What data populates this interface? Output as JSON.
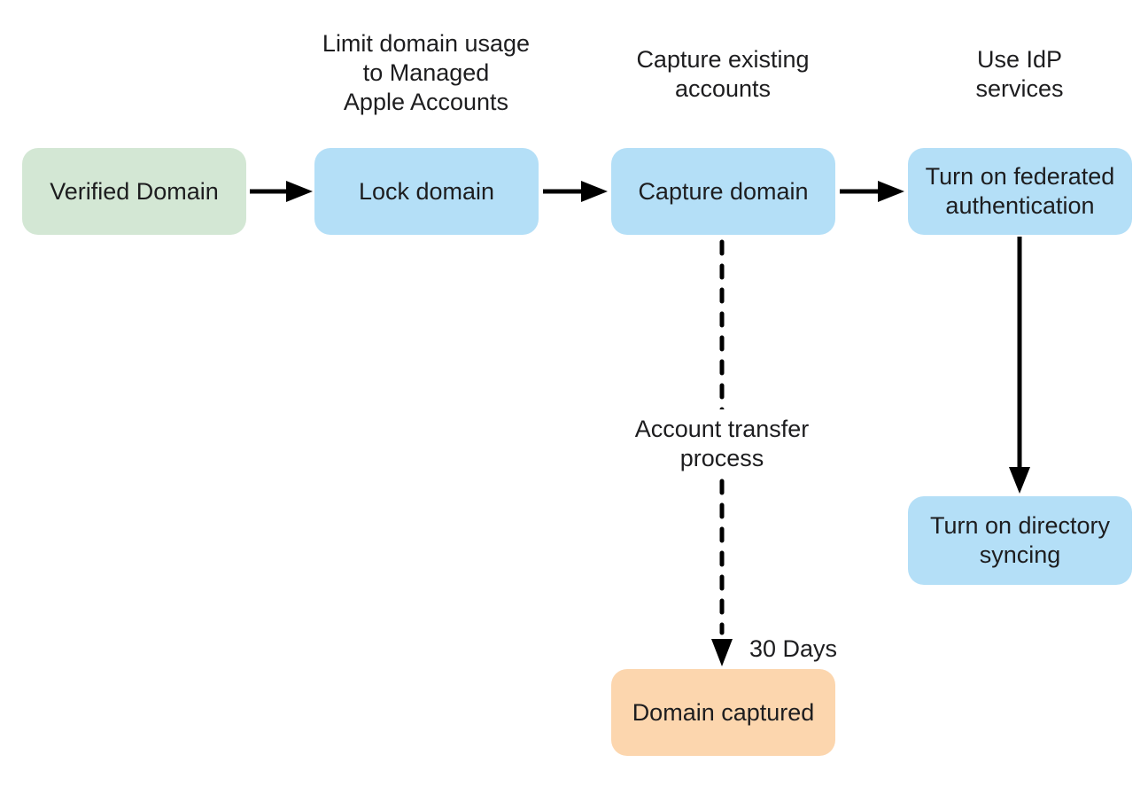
{
  "colors": {
    "green-node": "#d3e7d4",
    "blue-node": "#b4dff7",
    "orange-node": "#fcd6ae",
    "arrow": "#000000",
    "text": "#1d1d1f"
  },
  "flowchart": {
    "nodes": {
      "verified_domain": {
        "label": "Verified Domain"
      },
      "lock_domain": {
        "label": "Lock domain"
      },
      "capture_domain": {
        "label": "Capture domain"
      },
      "federated_auth": {
        "label": "Turn on federated\nauthentication"
      },
      "directory_syncing": {
        "label": "Turn on directory\nsyncing"
      },
      "domain_captured": {
        "label": "Domain captured"
      }
    },
    "annotations": {
      "lock_domain": "Limit domain usage\nto Managed\nApple Accounts",
      "capture_domain": "Capture existing\naccounts",
      "federated_auth": "Use IdP\nservices"
    },
    "edge_labels": {
      "account_transfer": "Account transfer\nprocess",
      "thirty_days": "30 Days"
    }
  }
}
